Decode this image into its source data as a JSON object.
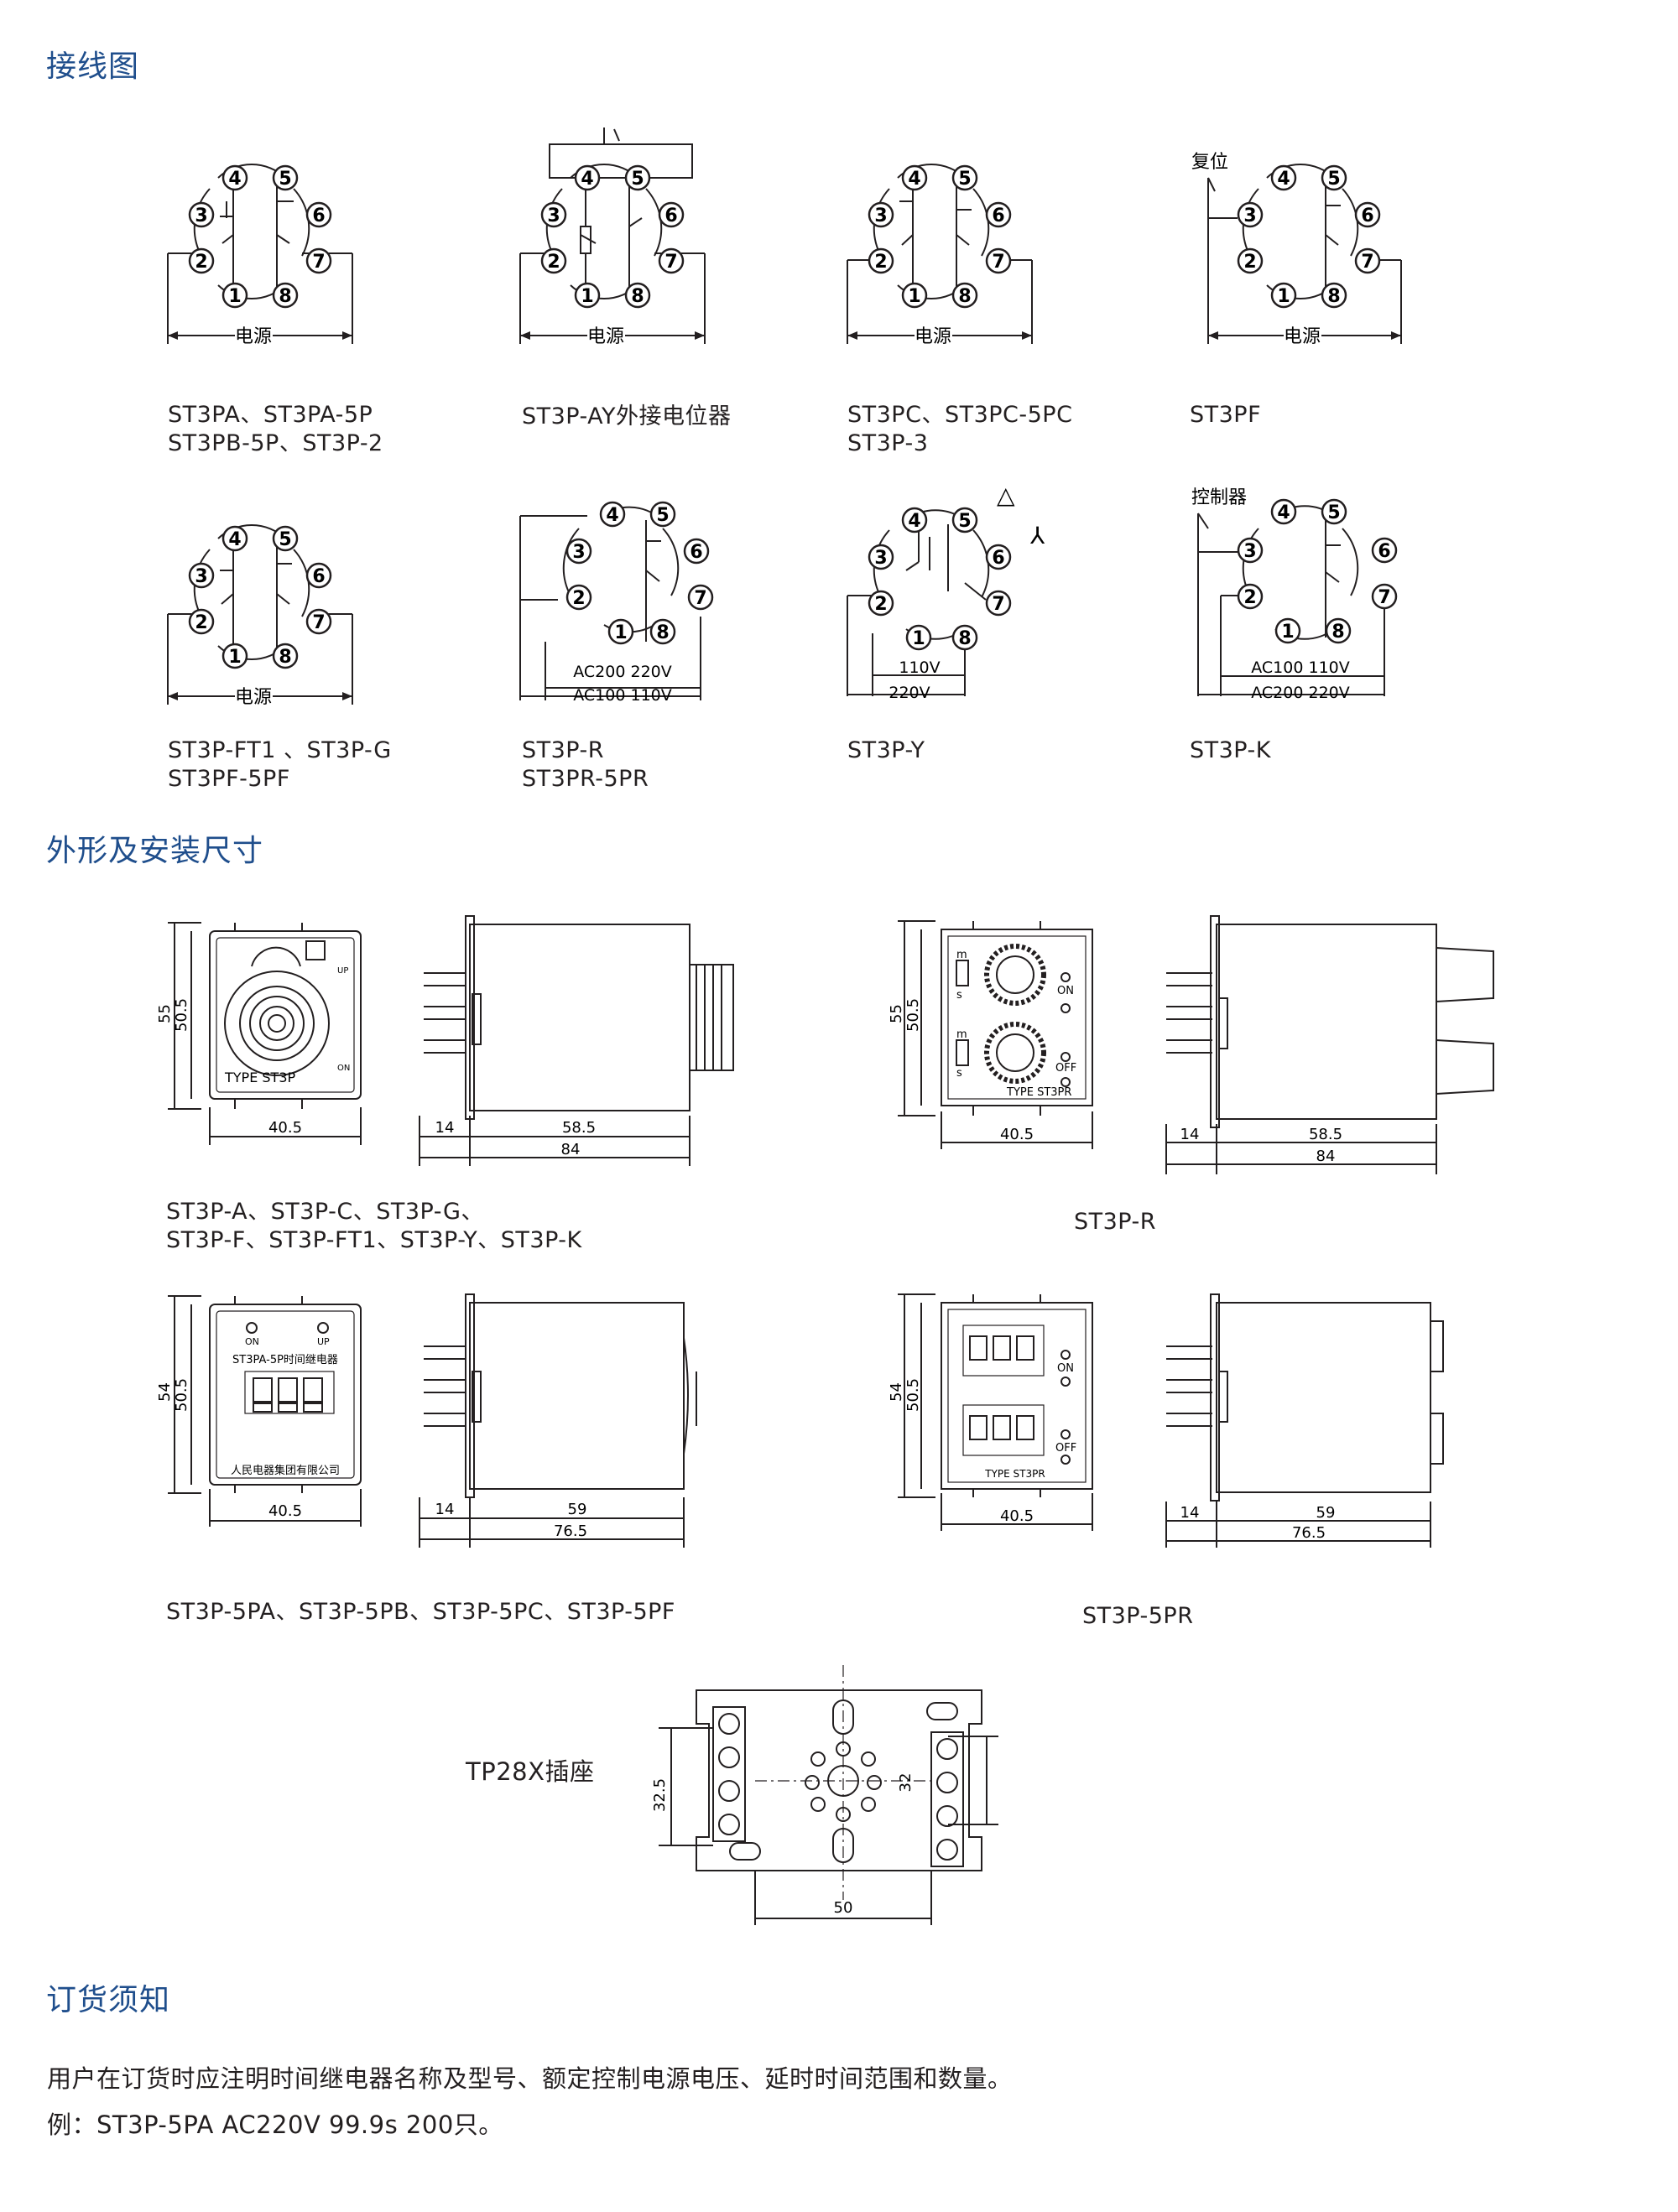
{
  "sections": {
    "wiring": "接线图",
    "dimensions": "外形及安装尺寸",
    "ordering": "订货须知"
  },
  "wiring": {
    "power_label": "电源",
    "reset_label": "复位",
    "controller_label": "控制器",
    "delta": "△",
    "star": "⅄",
    "r_labels": [
      "AC200  220V",
      "AC100  110V"
    ],
    "y_labels": [
      "110V",
      "220V"
    ],
    "k_labels": [
      "AC100  110V",
      "AC200  220V"
    ],
    "captions": [
      [
        "ST3PA、ST3PA-5P",
        "ST3PB-5P、ST3P-2"
      ],
      [
        "ST3P-AY外接电位器"
      ],
      [
        "ST3PC、ST3PC-5PC",
        "ST3P-3"
      ],
      [
        "ST3PF"
      ],
      [
        "ST3P-FT1 、ST3P-G",
        "ST3PF-5PF"
      ],
      [
        "ST3P-R",
        "ST3PR-5PR"
      ],
      [
        "ST3P-Y"
      ],
      [
        "ST3P-K"
      ]
    ]
  },
  "dims": {
    "a": {
      "h1": "55",
      "h2": "50.5",
      "w": "40.5",
      "s1": "14",
      "s2": "58.5",
      "s3": "84",
      "type": "TYPE  ST3P",
      "up": "UP",
      "on": "ON"
    },
    "a_caption": [
      "ST3P-A、ST3P-C、ST3P-G、",
      "ST3P-F、ST3P-FT1、ST3P-Y、ST3P-K"
    ],
    "r": {
      "h1": "55",
      "h2": "50.5",
      "w": "40.5",
      "s1": "14",
      "s2": "58.5",
      "s3": "84",
      "type": "TYPE  ST3PR",
      "m": "m",
      "s": "s",
      "on": "ON",
      "off": "OFF"
    },
    "r_caption": "ST3P-R",
    "p5": {
      "h1": "54",
      "h2": "50.5",
      "w": "40.5",
      "s1": "14",
      "s2": "59",
      "s3": "76.5",
      "on": "ON",
      "up": "UP",
      "name": "ST3PA-5P时间继电器",
      "company": "人民电器集团有限公司"
    },
    "p5_caption": "ST3P-5PA、ST3P-5PB、ST3P-5PC、ST3P-5PF",
    "pr5": {
      "h1": "54",
      "h2": "50.5",
      "w": "40.5",
      "s1": "14",
      "s2": "59",
      "s3": "76.5",
      "on": "ON",
      "off": "OFF",
      "type": "TYPE  ST3PR"
    },
    "pr5_caption": "ST3P-5PR",
    "socket": {
      "h": "32.5",
      "h2": "32",
      "w": "50"
    },
    "socket_caption": "TP28X插座"
  },
  "ordering": {
    "line1": "用户在订货时应注明时间继电器名称及型号、额定控制电源电压、延时时间范围和数量。",
    "line2": "例：ST3P-5PA  AC220V   99.9s  200只。"
  }
}
